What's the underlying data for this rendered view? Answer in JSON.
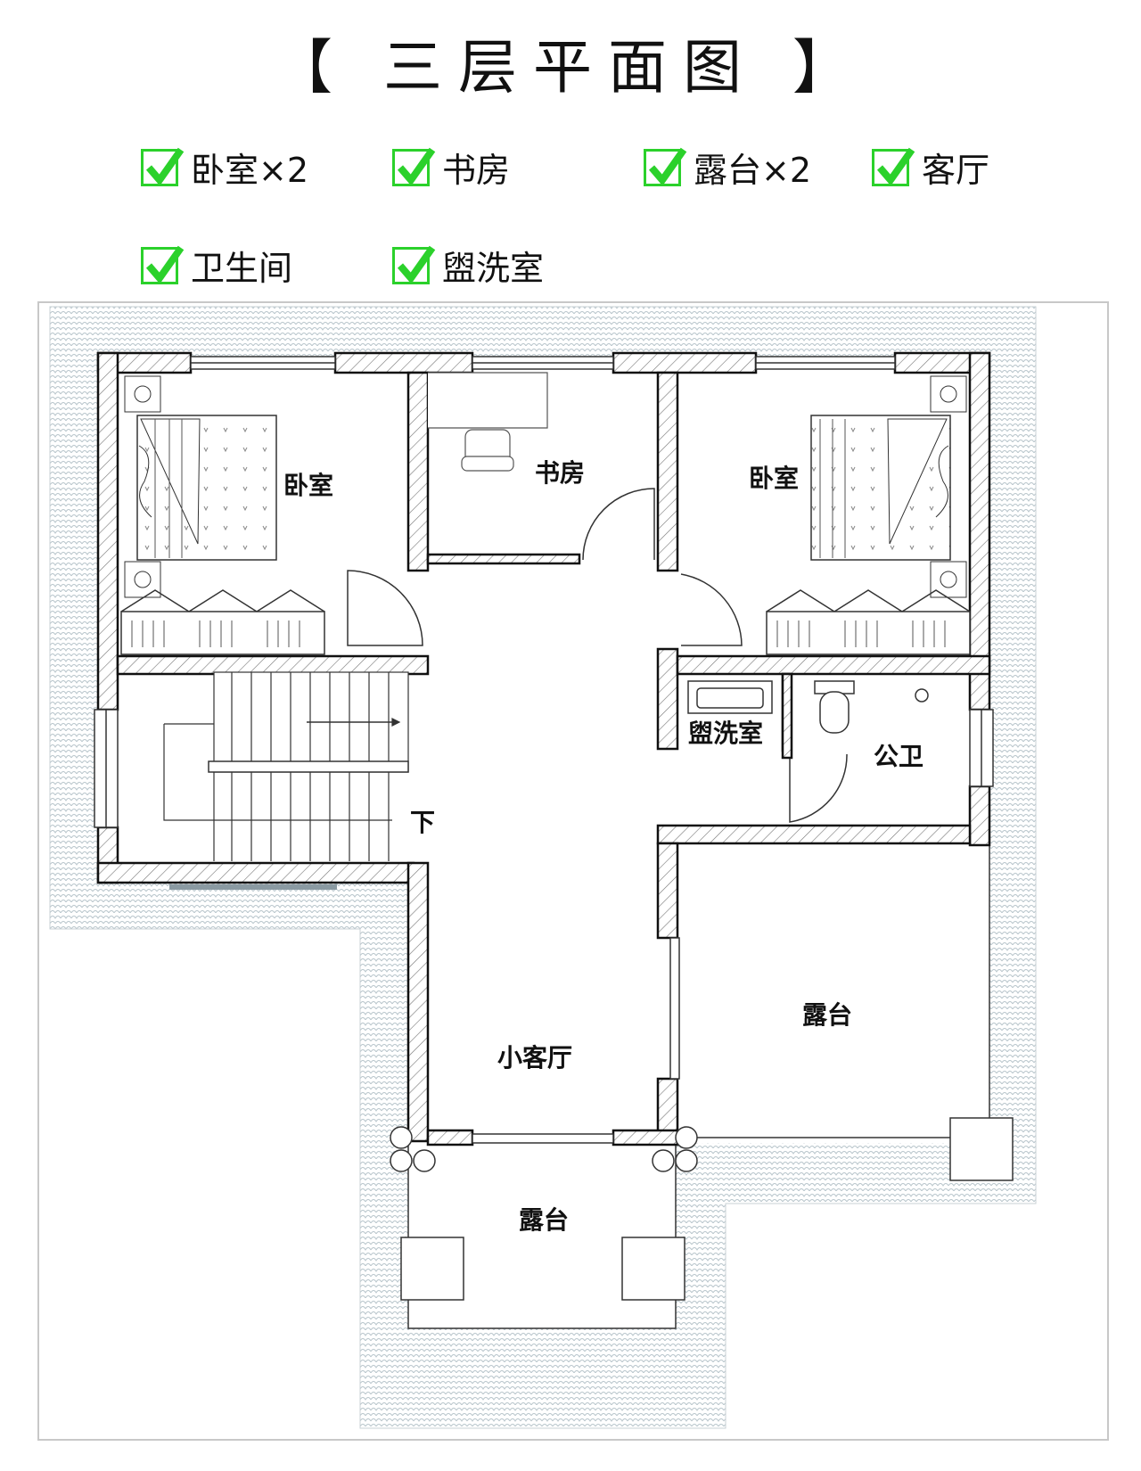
{
  "title": "【 三层平面图 】",
  "features": [
    {
      "label": "卧室×2"
    },
    {
      "label": "书房"
    },
    {
      "label": "露台×2"
    },
    {
      "label": "客厅"
    },
    {
      "label": "卫生间"
    },
    {
      "label": "盥洗室"
    }
  ],
  "rooms": {
    "bedroom_left": "卧室",
    "study": "书房",
    "bedroom_right": "卧室",
    "washroom": "盥洗室",
    "public_bath": "公卫",
    "stair_down": "下",
    "living": "小客厅",
    "terrace_right": "露台",
    "terrace_bottom": "露台"
  },
  "colors": {
    "check": "#2bd12b",
    "wall": "#111111",
    "roof_tile": "#b9c6cc",
    "frame": "#c8c8c8"
  }
}
